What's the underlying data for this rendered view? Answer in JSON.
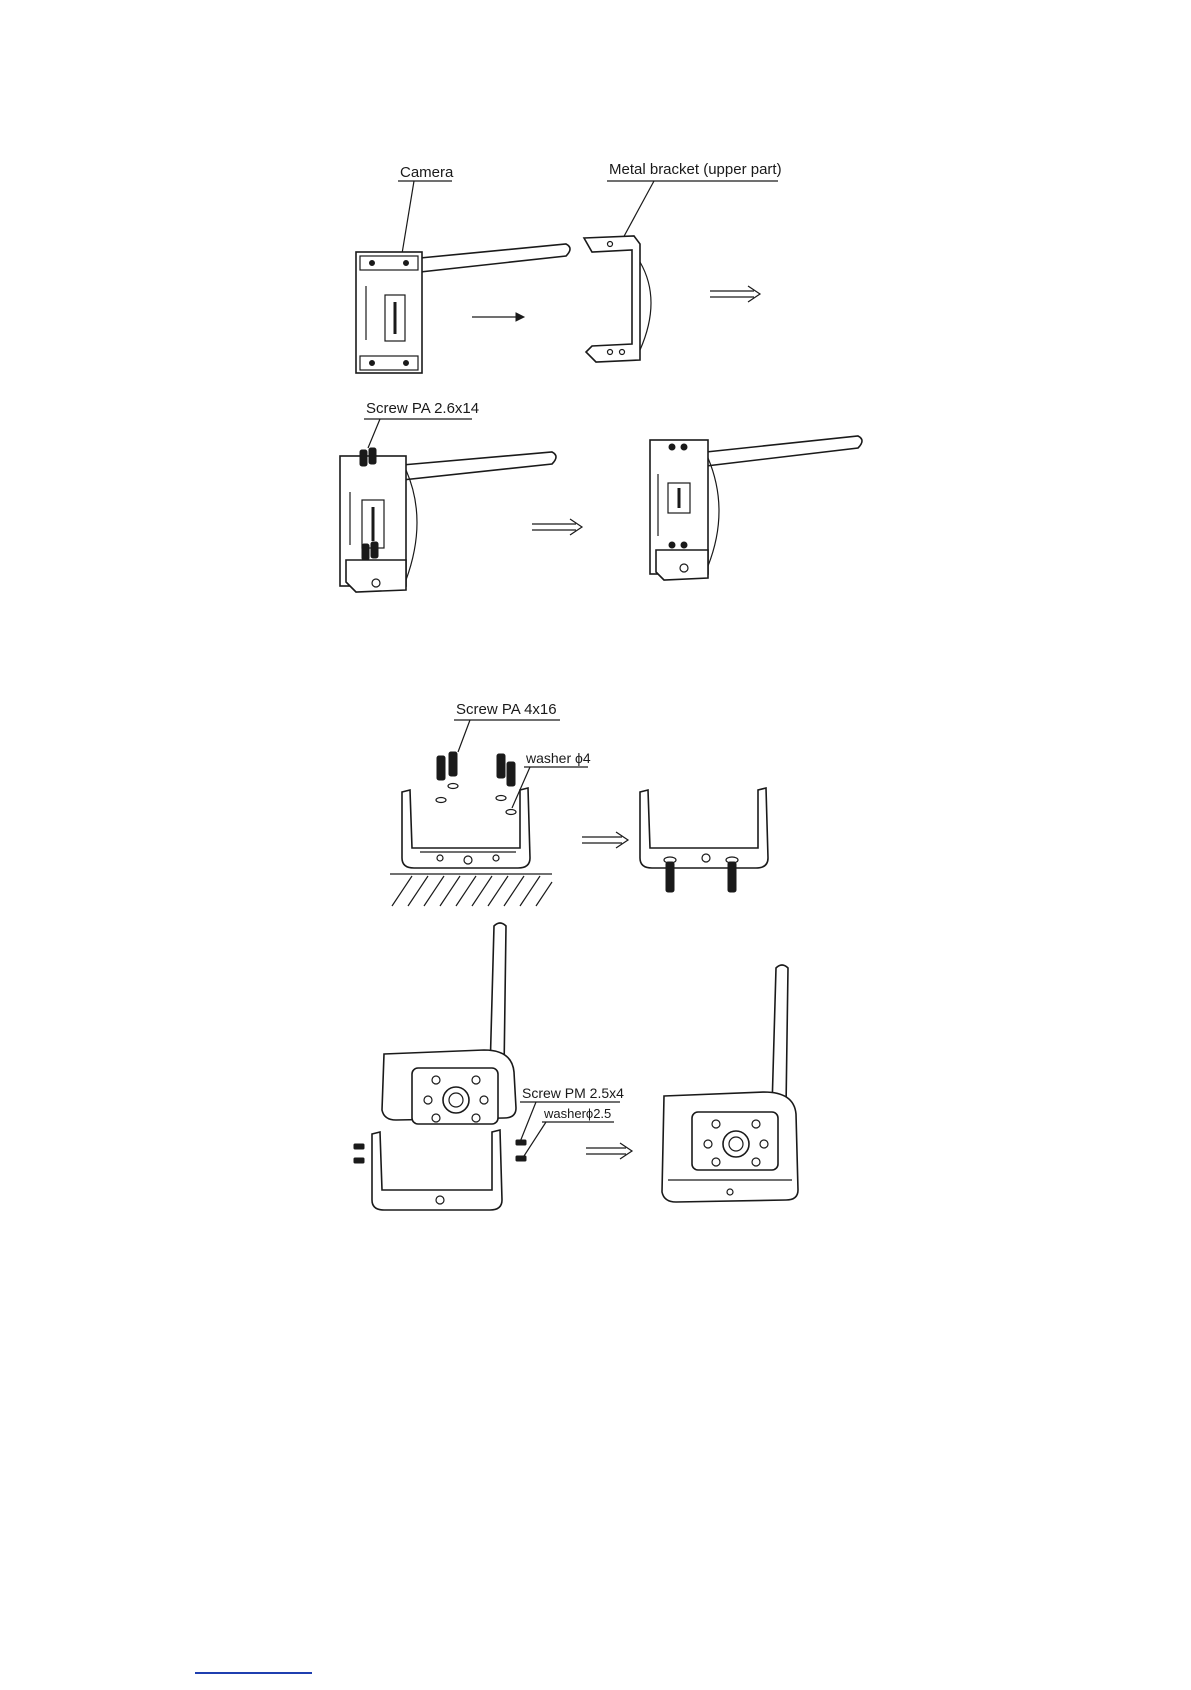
{
  "labels": {
    "camera": "Camera",
    "metal_bracket_upper": "Metal bracket (upper part)",
    "screw_pa_26x14": "Screw PA 2.6x14",
    "screw_pa_4x16": "Screw PA 4x16",
    "washer_4": "washer ϕ4",
    "screw_pm_25x4": "Screw PM 2.5x4",
    "washer_25": "washerϕ2.5"
  },
  "colors": {
    "ink": "#1a1a1a",
    "link": "#1f3fb0"
  },
  "icons": [
    "arrow-right-icon",
    "double-arrow-right-icon",
    "screw-icon",
    "washer-icon",
    "ir-led-icon"
  ]
}
